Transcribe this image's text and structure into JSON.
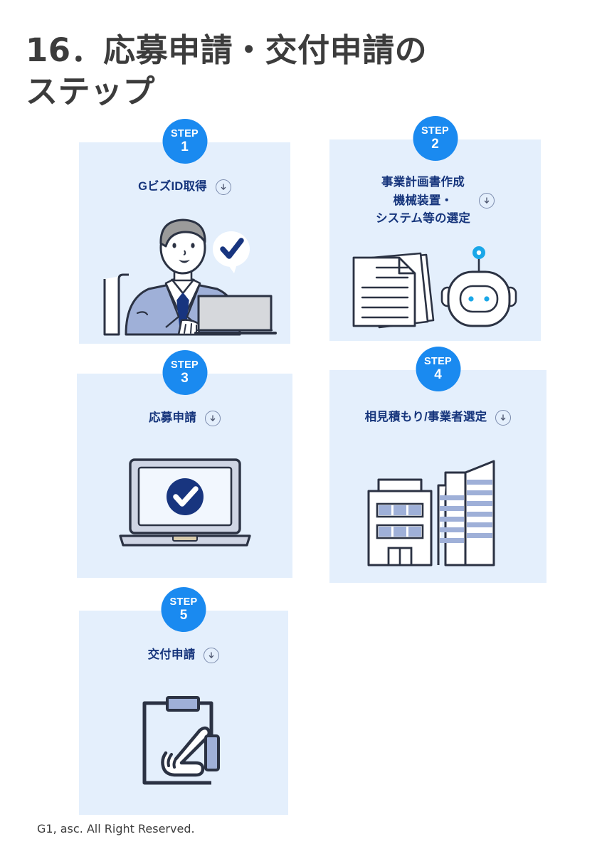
{
  "document": {
    "title": "16．応募申請・交付申請の\nステップ",
    "footer": "G1, asc. All Right Reserved."
  },
  "theme": {
    "badge_blue": "#1a8af0",
    "card_bg": "#e4effc",
    "label_navy": "#16357c",
    "title_gray": "#3c3c3c",
    "accent_navy": "#18357f",
    "accent_cyan": "#1aa7e8"
  },
  "steps": [
    {
      "badge_word": "STEP",
      "badge_number": "1",
      "label": "GビズID取得",
      "arrow_icon": "down-arrow-circle-icon",
      "illustration": "businessman-at-laptop-with-check-bubble"
    },
    {
      "badge_word": "STEP",
      "badge_number": "2",
      "label": "事業計画書作成\n機械装置・\nシステム等の選定",
      "arrow_icon": "down-arrow-circle-icon",
      "illustration": "documents-and-robot"
    },
    {
      "badge_word": "STEP",
      "badge_number": "3",
      "label": "応募申請",
      "arrow_icon": "down-arrow-circle-icon",
      "illustration": "laptop-with-check-mark"
    },
    {
      "badge_word": "STEP",
      "badge_number": "4",
      "label": "相見積もり/事業者選定",
      "arrow_icon": "down-arrow-circle-icon",
      "illustration": "two-office-buildings"
    },
    {
      "badge_word": "STEP",
      "badge_number": "5",
      "label": "交付申請",
      "arrow_icon": "down-arrow-circle-icon",
      "illustration": "clipboard-with-writing-hand"
    }
  ]
}
